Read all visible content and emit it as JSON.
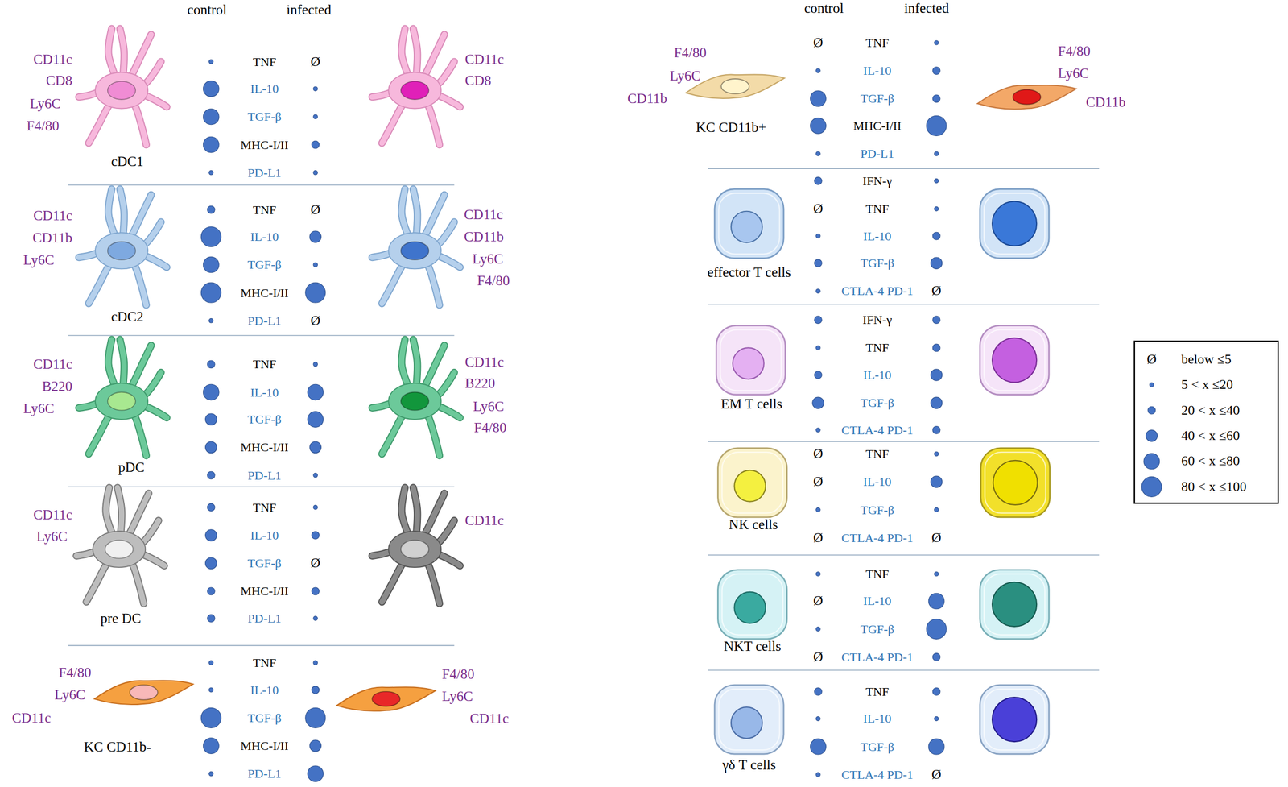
{
  "diagram": {
    "labels": [
      "control",
      "infected",
      "control",
      "infected",
      "CD11c",
      "CD8",
      "Ly6C",
      "F4/80",
      "cDC1",
      "TNF",
      "Ø",
      "IL-10",
      "TGF-β",
      "MHC-I/II",
      "PD-L1",
      "CD11c",
      "CD8",
      "CD11c",
      "CD11b",
      "Ly6C",
      "cDC2",
      "TNF",
      "Ø",
      "IL-10",
      "TGF-β",
      "MHC-I/II",
      "PD-L1",
      "Ø",
      "CD11c",
      "CD11b",
      "Ly6C",
      "F4/80",
      "CD11c",
      "B220",
      "Ly6C",
      "pDC",
      "TNF",
      "IL-10",
      "TGF-β",
      "MHC-I/II",
      "PD-L1",
      "CD11c",
      "B220",
      "Ly6C",
      "F4/80",
      "CD11c",
      "Ly6C",
      "pre DC",
      "TNF",
      "IL-10",
      "TGF-β",
      "Ø",
      "MHC-I/II",
      "PD-L1",
      "CD11c",
      "F4/80",
      "Ly6C",
      "CD11c",
      "KC CD11b-",
      "TNF",
      "IL-10",
      "TGF-β",
      "MHC-I/II",
      "PD-L1",
      "F4/80",
      "Ly6C",
      "CD11c",
      "F4/80",
      "Ly6C",
      "CD11b",
      "KC CD11b+",
      "Ø",
      "TNF",
      "IL-10",
      "TGF-β",
      "MHC-I/II",
      "PD-L1",
      "F4/80",
      "Ly6C",
      "CD11b",
      "effector T cells",
      "IFN-γ",
      "Ø",
      "TNF",
      "IL-10",
      "TGF-β",
      "CTLA-4 PD-1",
      "Ø",
      "EM T cells",
      "IFN-γ",
      "TNF",
      "IL-10",
      "TGF-β",
      "CTLA-4 PD-1",
      "NK cells",
      "Ø",
      "TNF",
      "Ø",
      "IL-10",
      "TGF-β",
      "Ø",
      "CTLA-4 PD-1",
      "Ø",
      "NKT cells",
      "TNF",
      "Ø",
      "IL-10",
      "TGF-β",
      "Ø",
      "CTLA-4 PD-1",
      "γδ T cells",
      "TNF",
      "IL-10",
      "TGF-β",
      "CTLA-4 PD-1",
      "Ø",
      "Ø"
    ],
    "legend": [
      {
        "text": "below ≤5"
      },
      {
        "text": "5 < x ≤20"
      },
      {
        "text": "20 < x ≤40"
      },
      {
        "text": "40 < x ≤60"
      },
      {
        "text": "60 < x ≤80"
      },
      {
        "text": "80 < x ≤100"
      }
    ]
  }
}
